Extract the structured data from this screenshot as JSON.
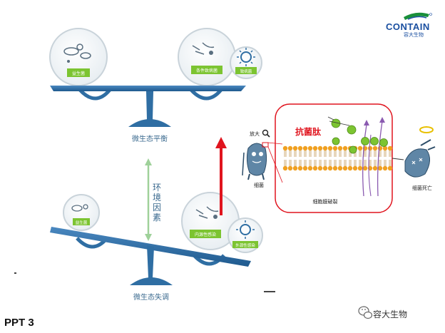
{
  "brand": {
    "name": "CONTAIN",
    "sub": "容大生物",
    "color": "#1a4fa0"
  },
  "balance_top": {
    "caption": "微生态平衡",
    "left_circle": "益生菌",
    "right_circle": "条件致病菌",
    "right_small_circle": "致病菌"
  },
  "balance_bottom": {
    "caption": "微生态失调",
    "left_circle": "益生菌",
    "right_circle": "内源性感染",
    "right_small_circle": "外源性感染"
  },
  "middle_label": "环境因素",
  "inset": {
    "peptide_label": "抗菌肽",
    "magnifier_label": "放大",
    "bacteria_label": "细菌",
    "membrane_label": "细胞膜破裂",
    "dead_label": "细菌死亡"
  },
  "footer": {
    "slide_label": "PPT 3",
    "watermark": "容大生物"
  },
  "colors": {
    "arrow": "#e0141e",
    "beam": "#2f6ea3",
    "inset_border": "#e0141e",
    "lipid": "#f0a020",
    "peptide": "#7cc431"
  },
  "icons": [
    "brand-logo-icon",
    "magnifier-icon",
    "bacteria-cartoon-icon",
    "dead-bacteria-icon",
    "wechat-icon"
  ]
}
